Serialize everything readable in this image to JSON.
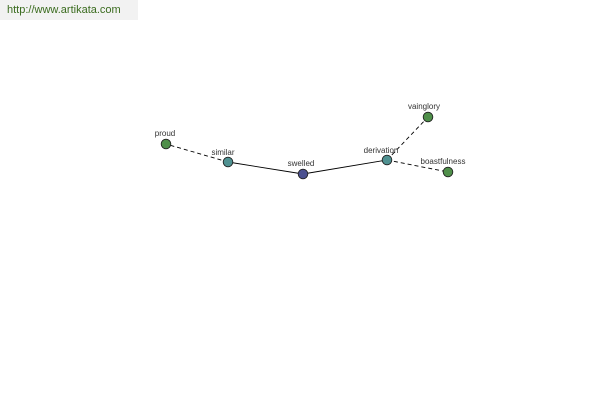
{
  "header": {
    "site_url": "http://www.artikata.com"
  },
  "colors": {
    "center_node": "#4a4f8f",
    "relation_node": "#4f9191",
    "leaf_node": "#4f8f4a",
    "banner_text": "#3a6b1e"
  },
  "graph": {
    "nodes": [
      {
        "id": "swelled",
        "label": "swelled",
        "role": "center"
      },
      {
        "id": "similar",
        "label": "similar",
        "role": "relation"
      },
      {
        "id": "derivation",
        "label": "derivation",
        "role": "relation"
      },
      {
        "id": "proud",
        "label": "proud",
        "role": "leaf"
      },
      {
        "id": "vainglory",
        "label": "vainglory",
        "role": "leaf"
      },
      {
        "id": "boastfulness",
        "label": "boastfulness",
        "role": "leaf"
      }
    ],
    "edges": [
      {
        "from": "swelled",
        "to": "similar",
        "style": "solid"
      },
      {
        "from": "swelled",
        "to": "derivation",
        "style": "solid"
      },
      {
        "from": "similar",
        "to": "proud",
        "style": "dashed"
      },
      {
        "from": "derivation",
        "to": "vainglory",
        "style": "dashed"
      },
      {
        "from": "derivation",
        "to": "boastfulness",
        "style": "dashed"
      }
    ]
  }
}
